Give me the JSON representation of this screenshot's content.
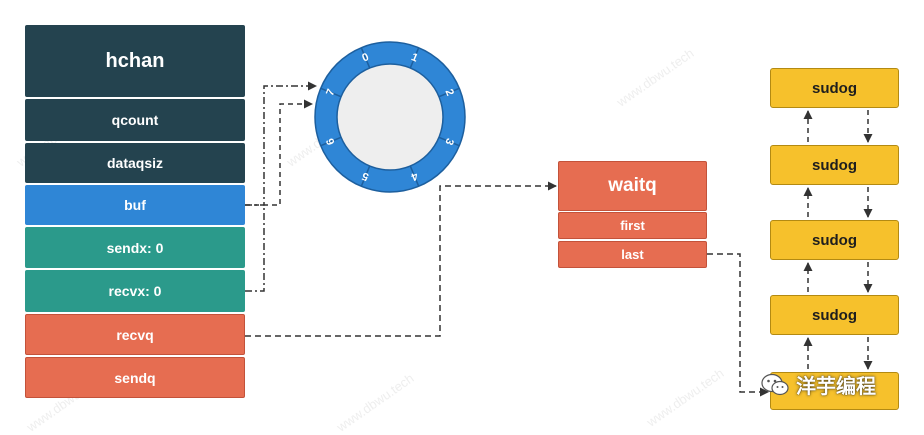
{
  "hchan": {
    "title": "hchan",
    "qcount": "qcount",
    "dataqsiz": "dataqsiz",
    "buf": "buf",
    "sendx": "sendx: 0",
    "recvx": "recvx: 0",
    "recvq": "recvq",
    "sendq": "sendq"
  },
  "ring": {
    "slots": [
      "0",
      "1",
      "2",
      "3",
      "4",
      "5",
      "6",
      "7"
    ]
  },
  "waitq": {
    "title": "waitq",
    "first": "first",
    "last": "last"
  },
  "sudogs": [
    "sudog",
    "sudog",
    "sudog",
    "sudog"
  ],
  "watermark": "www.dbwu.tech",
  "badge": "洋芋编程",
  "colors": {
    "dark": "#24434f",
    "blue": "#2f86d6",
    "teal": "#2b9a8b",
    "coral": "#e66d51",
    "yellow": "#f6c12c"
  }
}
